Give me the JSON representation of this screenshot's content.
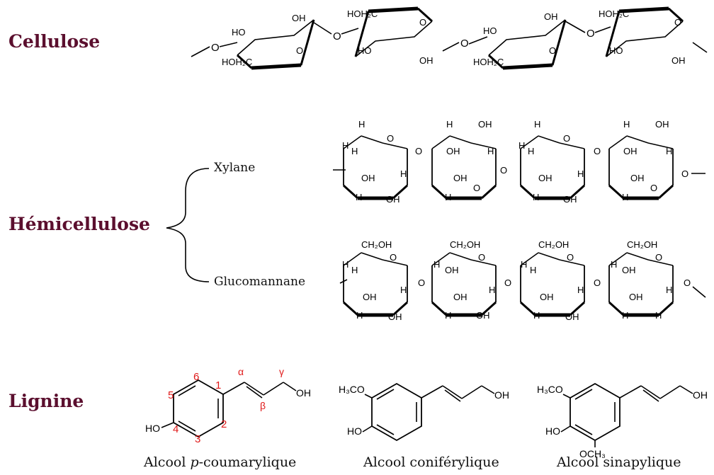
{
  "sections": {
    "cellulose": "Cellulose",
    "hemicellulose": "Hémicellulose",
    "lignine": "Lignine"
  },
  "hemicellulose_types": {
    "xylane": "Xylane",
    "glucomannane": "Glucomannane"
  },
  "lignin_monomers": {
    "p_coumaryl": {
      "prefix": "Alcool ",
      "italic": "p",
      "suffix": "-coumarylique"
    },
    "coniferyl": "Alcool coniférylique",
    "sinapyl": "Alcool sinapylique"
  },
  "atom_labels": {
    "OH": "OH",
    "O": "O",
    "H": "H",
    "HOH2C": "HOH₂C",
    "CH2OH": "CH₂OH",
    "HO": "HO",
    "H3CO": "H₃CO",
    "OCH3": "OCH₃"
  },
  "ring_numbers": [
    "1",
    "2",
    "3",
    "4",
    "5",
    "6"
  ],
  "greek_labels": {
    "alpha": "α",
    "beta": "β",
    "gamma": "γ"
  },
  "colors": {
    "section_label": "#5b0f2e",
    "numbering": "#e01a1a",
    "bonds": "#000000"
  }
}
